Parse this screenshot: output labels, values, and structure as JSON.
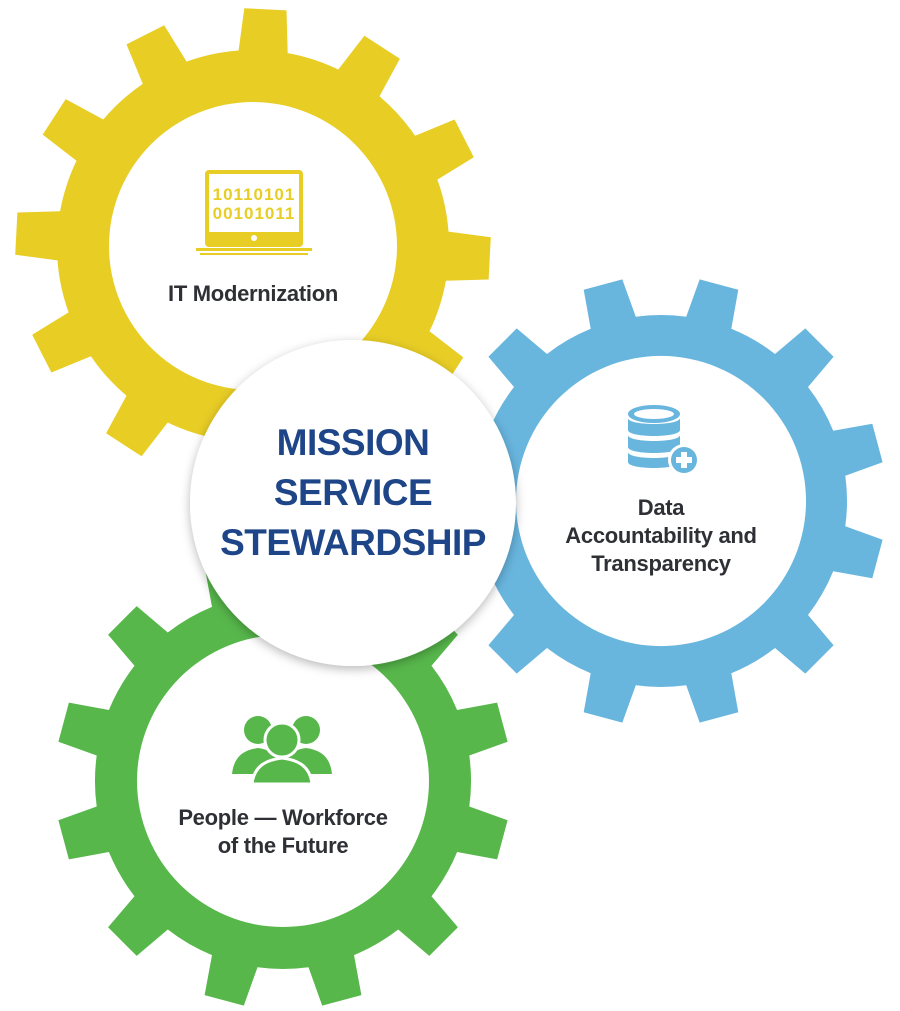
{
  "diagram": {
    "type": "interlocking-gears",
    "center": {
      "lines": [
        "MISSION",
        "SERVICE",
        "STEWARDSHIP"
      ],
      "text_color": "#1d4587"
    },
    "gears": [
      {
        "id": "it-modernization",
        "color": "#e8cd25",
        "icon": "laptop-binary-icon",
        "icon_text": [
          "10110101",
          "00101011"
        ],
        "label_lines": [
          "IT Modernization"
        ]
      },
      {
        "id": "data-accountability",
        "color": "#68b5de",
        "icon": "database-plus-icon",
        "label_lines": [
          "Data",
          "Accountability and",
          "Transparency"
        ]
      },
      {
        "id": "people-workforce",
        "color": "#57b74b",
        "icon": "people-group-icon",
        "label_lines": [
          "People — Workforce",
          "of the Future"
        ]
      }
    ],
    "label_color": "#2e3035"
  }
}
